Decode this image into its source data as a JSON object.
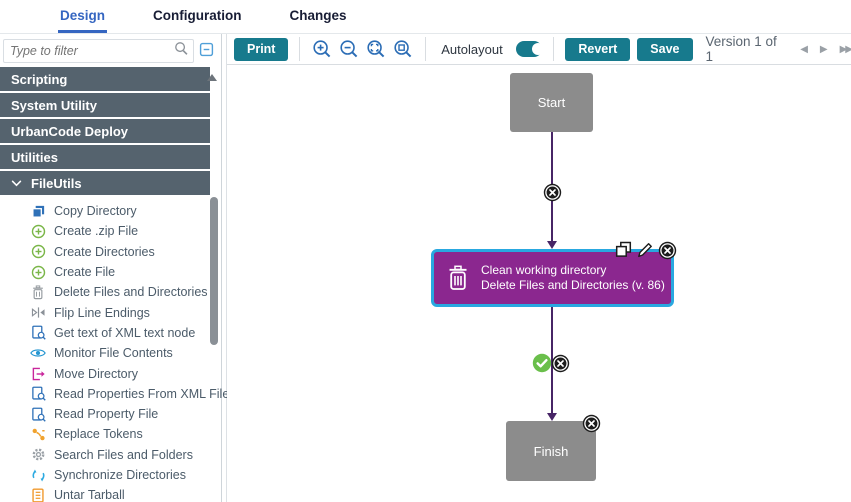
{
  "tabs": {
    "items": [
      {
        "label": "Design",
        "active": true
      },
      {
        "label": "Configuration",
        "active": false
      },
      {
        "label": "Changes",
        "active": false
      }
    ]
  },
  "sidebar": {
    "filter_placeholder": "Type to filter",
    "search_icon": "magnifier",
    "collapse_icon": "collapse-all",
    "categories": [
      {
        "label": "Scripting",
        "expanded": false
      },
      {
        "label": "System Utility",
        "expanded": false
      },
      {
        "label": "UrbanCode Deploy",
        "expanded": false
      },
      {
        "label": "Utilities",
        "expanded": false
      },
      {
        "label": "FileUtils",
        "expanded": true
      }
    ],
    "items": [
      {
        "label": "Copy Directory",
        "icon": "copy"
      },
      {
        "label": "Create .zip File",
        "icon": "plus-circle"
      },
      {
        "label": "Create Directories",
        "icon": "plus-circle"
      },
      {
        "label": "Create File",
        "icon": "plus-circle"
      },
      {
        "label": "Delete Files and Directories",
        "icon": "trash"
      },
      {
        "label": "Flip Line Endings",
        "icon": "flip"
      },
      {
        "label": "Get text of XML text node",
        "icon": "doc-search"
      },
      {
        "label": "Monitor File Contents",
        "icon": "eye"
      },
      {
        "label": "Move Directory",
        "icon": "move"
      },
      {
        "label": "Read Properties From XML File",
        "icon": "doc-search"
      },
      {
        "label": "Read Property File",
        "icon": "doc-search"
      },
      {
        "label": "Replace Tokens",
        "icon": "tokens"
      },
      {
        "label": "Search Files and Folders",
        "icon": "gear"
      },
      {
        "label": "Synchronize Directories",
        "icon": "sync"
      },
      {
        "label": "Untar Tarball",
        "icon": "archive"
      }
    ]
  },
  "toolbar": {
    "print_label": "Print",
    "zoom_icons": [
      "zoom-in",
      "zoom-out",
      "zoom-fit",
      "zoom-actual"
    ],
    "autolayout_label": "Autolayout",
    "autolayout_on": true,
    "revert_label": "Revert",
    "save_label": "Save",
    "version_label": "Version 1 of 1",
    "version_nav_icons": [
      "previous-version",
      "next-version",
      "latest-version"
    ]
  },
  "canvas": {
    "start_label": "Start",
    "finish_label": "Finish",
    "step": {
      "title": "Clean working directory",
      "subtitle": "Delete Files and Directories (v. 86)"
    },
    "step_action_icons": [
      "copy-step",
      "edit-step",
      "delete-step"
    ],
    "connector_icons": [
      "remove-connection",
      "success-condition",
      "remove-connection",
      "remove-finish"
    ]
  },
  "colors": {
    "accent_teal": "#177A8D",
    "tab_active_blue": "#3566C1",
    "sidebar_header_bg": "#55636E",
    "step_purple": "#8B278F",
    "step_border_blue": "#29A8E0",
    "node_gray": "#8C8C8C",
    "connector_purple": "#472566",
    "success_green": "#6ABF4B",
    "icon_blue": "#2A6CB5"
  }
}
